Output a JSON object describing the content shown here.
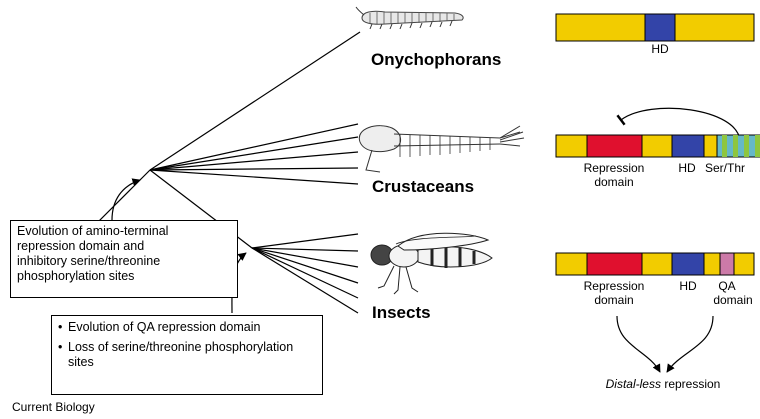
{
  "groups": {
    "onychophorans": "Onychophorans",
    "crustaceans": "Crustaceans",
    "insects": "Insects"
  },
  "domains": {
    "onychophorans": {
      "hd": "HD"
    },
    "crustaceans": {
      "repression_line1": "Repression",
      "repression_line2": "domain",
      "hd": "HD",
      "ser_thr": "Ser/Thr"
    },
    "insects": {
      "repression_line1": "Repression",
      "repression_line2": "domain",
      "hd": "HD",
      "qa_line1": "QA",
      "qa_line2": "domain"
    }
  },
  "output_label": {
    "italic": "Distal-less",
    "rest": " repression"
  },
  "box1": {
    "lines": [
      "Evolution of amino-terminal",
      "repression domain and",
      "inhibitory serine/threonine",
      "phosphorylation sites"
    ]
  },
  "box2": {
    "items": [
      {
        "bullet": "•",
        "text": "Evolution of QA repression domain"
      },
      {
        "bullet": "•",
        "text": "Loss of serine/threonine phosphorylation sites"
      }
    ]
  },
  "footer": "Current Biology",
  "colors": {
    "protein_bar": "#f2cc00",
    "repression_domain": "#e0102e",
    "homeodomain": "#3344a8",
    "ser_thr_stripe_a": "#8ec63f",
    "ser_thr_stripe_b": "#66b8c8",
    "qa_domain": "#cc7aa8"
  },
  "icons": [
    "onychophoran-drawing",
    "crustacean-drawing",
    "fly-drawing"
  ]
}
